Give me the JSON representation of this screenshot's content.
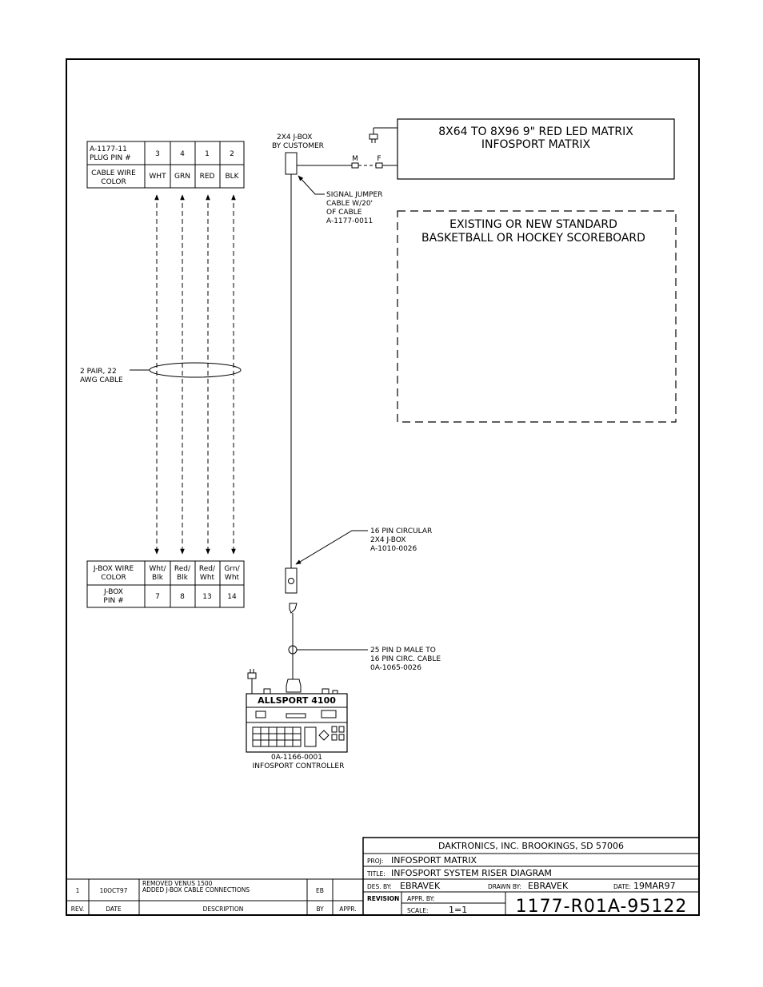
{
  "plug_table": {
    "row1_label": [
      "A-1177-11",
      "PLUG PIN #"
    ],
    "row2_label": [
      "CABLE WIRE",
      "COLOR"
    ],
    "pins": [
      "3",
      "4",
      "1",
      "2"
    ],
    "colors": [
      "WHT",
      "GRN",
      "RED",
      "BLK"
    ]
  },
  "jbox_table": {
    "row1_label": [
      "J-BOX WIRE",
      "COLOR"
    ],
    "row2_label": [
      "J-BOX",
      "PIN #"
    ],
    "colors": [
      [
        "Wht/",
        "Blk"
      ],
      [
        "Red/",
        "Blk"
      ],
      [
        "Red/",
        "Wht"
      ],
      [
        "Grn/",
        "Wht"
      ]
    ],
    "pins": [
      "7",
      "8",
      "13",
      "14"
    ]
  },
  "labels": {
    "jbox_top": [
      "2X4 J-BOX",
      "BY CUSTOMER"
    ],
    "signal_jumper": [
      "SIGNAL JUMPER",
      "CABLE W/20'",
      "OF CABLE",
      "A-1177-0011"
    ],
    "pair_cable": [
      "2 PAIR, 22",
      "AWG CABLE"
    ],
    "circular": [
      "16 PIN CIRCULAR",
      "2X4 J-BOX",
      "A-1010-0026"
    ],
    "dmale": [
      "25 PIN D MALE TO",
      "16 PIN CIRC. CABLE",
      "0A-1065-0026"
    ],
    "connector_m": "M",
    "connector_f": "F",
    "controller": [
      "0A-1166-0001",
      "INFOSPORT CONTROLLER"
    ],
    "allsport": "ALLSPORT 4100"
  },
  "matrix_box": [
    "8X64 TO 8X96 9\" RED LED MATRIX",
    "INFOSPORT MATRIX"
  ],
  "scoreboard_box": [
    "EXISTING OR NEW STANDARD",
    "BASKETBALL OR HOCKEY SCOREBOARD"
  ],
  "title_block": {
    "company": "DAKTRONICS, INC.   BROOKINGS, SD 57006",
    "proj_label": "PROJ:",
    "proj": "INFOSPORT MATRIX",
    "title_label": "TITLE:",
    "title": "INFOSPORT SYSTEM RISER DIAGRAM",
    "des_label": "DES. BY:",
    "des": "EBRAVEK",
    "drawn_label": "DRAWN BY:",
    "drawn": "EBRAVEK",
    "date_label": "DATE:",
    "date": "19MAR97",
    "revision_label": "REVISION",
    "appr_label": "APPR. BY:",
    "scale_label": "SCALE:",
    "scale": "1=1",
    "drawing_number": "1177-R01A-95122"
  },
  "revision_block": {
    "rev": "1",
    "date": "10OCT97",
    "desc": [
      "REMOVED VENUS 1500",
      "ADDED J-BOX CABLE CONNECTIONS"
    ],
    "by": "EB",
    "headers": [
      "REV.",
      "DATE",
      "DESCRIPTION",
      "BY",
      "APPR."
    ]
  }
}
